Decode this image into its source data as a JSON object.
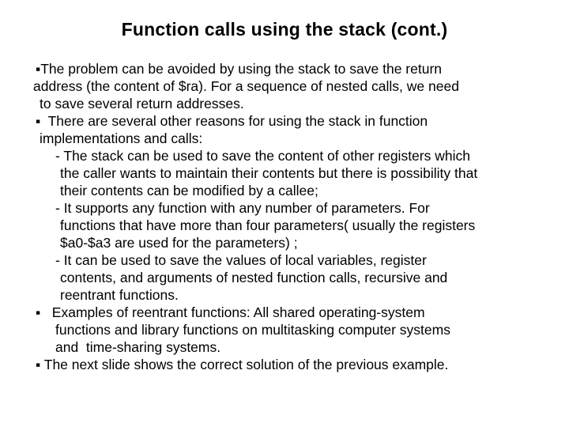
{
  "slide": {
    "title": "Function calls using the stack (cont.)",
    "lines": [
      "▪The problem can be avoided by using the stack to save the return",
      "address (the content of $ra). For a sequence of nested calls, we need",
      "to save several return addresses.",
      "▪  There are several other reasons for using the stack in function",
      "implementations and calls:",
      "- The stack can be used to save the content of other registers which",
      "the caller wants to maintain their contents but there is possibility that",
      "their contents can be modified by a callee;",
      "- It supports any function with any number of parameters. For",
      "functions that have more than four parameters( usually the registers",
      "$a0-$a3 are used for the parameters) ;",
      "- It can be used to save the values of local variables, register",
      "contents, and arguments of nested function calls, recursive and",
      "reentrant functions.",
      "▪   Examples of reentrant functions: All shared operating-system",
      "functions and library functions on multitasking computer systems",
      "and  time-sharing systems.",
      "▪ The next slide shows the correct solution of the previous example."
    ],
    "colors": {
      "background": "#ffffff",
      "text": "#000000"
    }
  }
}
